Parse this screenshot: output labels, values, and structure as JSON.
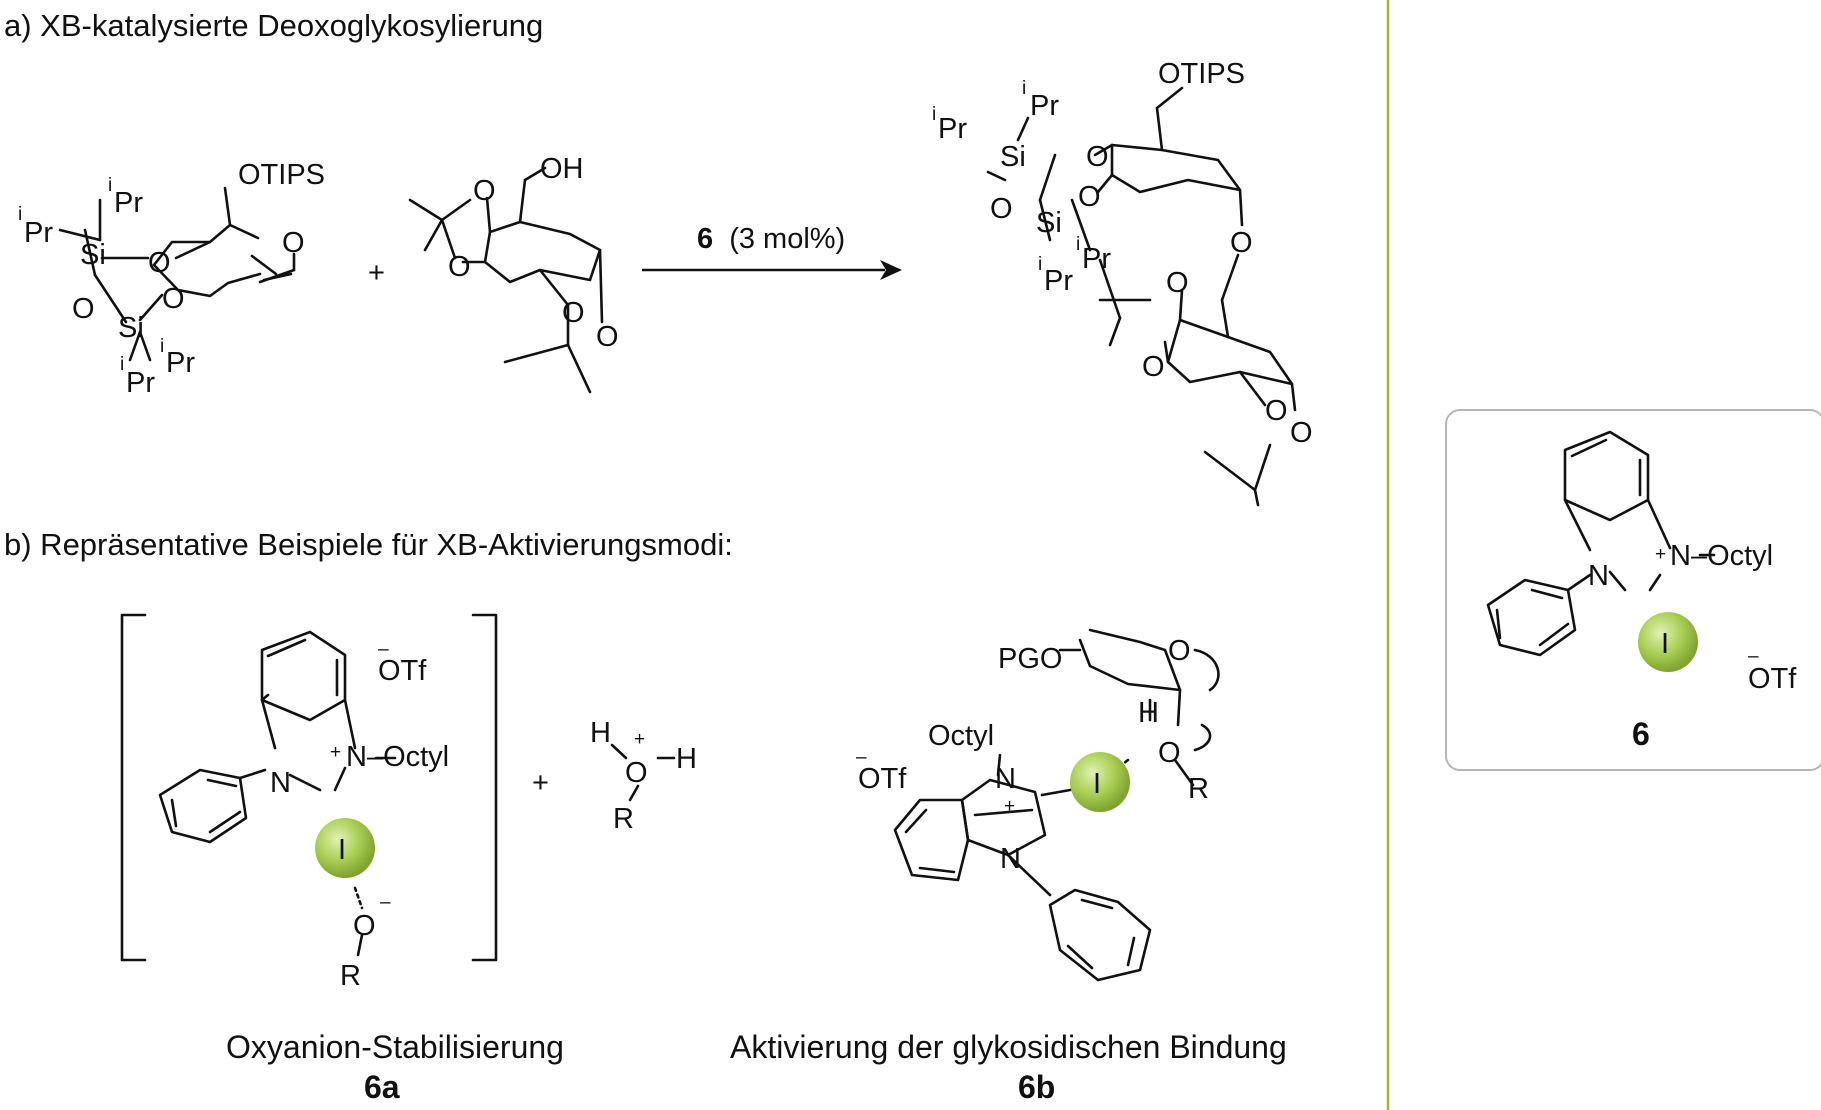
{
  "section_a": {
    "title": "a) XB-katalysierte Deoxoglykosylierung",
    "arrow_condition_num": "6",
    "arrow_condition_rest": "(3 mol%)",
    "plus": "+"
  },
  "section_b": {
    "title": "b) Repräsentative Beispiele für XB-Aktivierungsmodi:",
    "plus": "+",
    "mode_a": {
      "caption": "Oxyanion-Stabilisierung",
      "number": "6a"
    },
    "mode_b": {
      "caption": "Aktivierung der glykosidischen Bindung",
      "number": "6b"
    }
  },
  "catalyst_box": {
    "number": "6"
  },
  "atoms": {
    "otips": "OTIPS",
    "oh": "OH",
    "o": "O",
    "si": "Si",
    "pr": "Pr",
    "i_sup": "i",
    "n": "N",
    "octyl": "Octyl",
    "n_octyl": "N–Octyl",
    "iodine": "I",
    "otf": "OTf",
    "minus": "–",
    "plus_charge": "+",
    "h": "H",
    "r": "R",
    "pgo": "PGO"
  },
  "colors": {
    "divider": "#9bb832",
    "iodine_sphere": "#a9cf54",
    "box_border": "#b5b5b5"
  }
}
